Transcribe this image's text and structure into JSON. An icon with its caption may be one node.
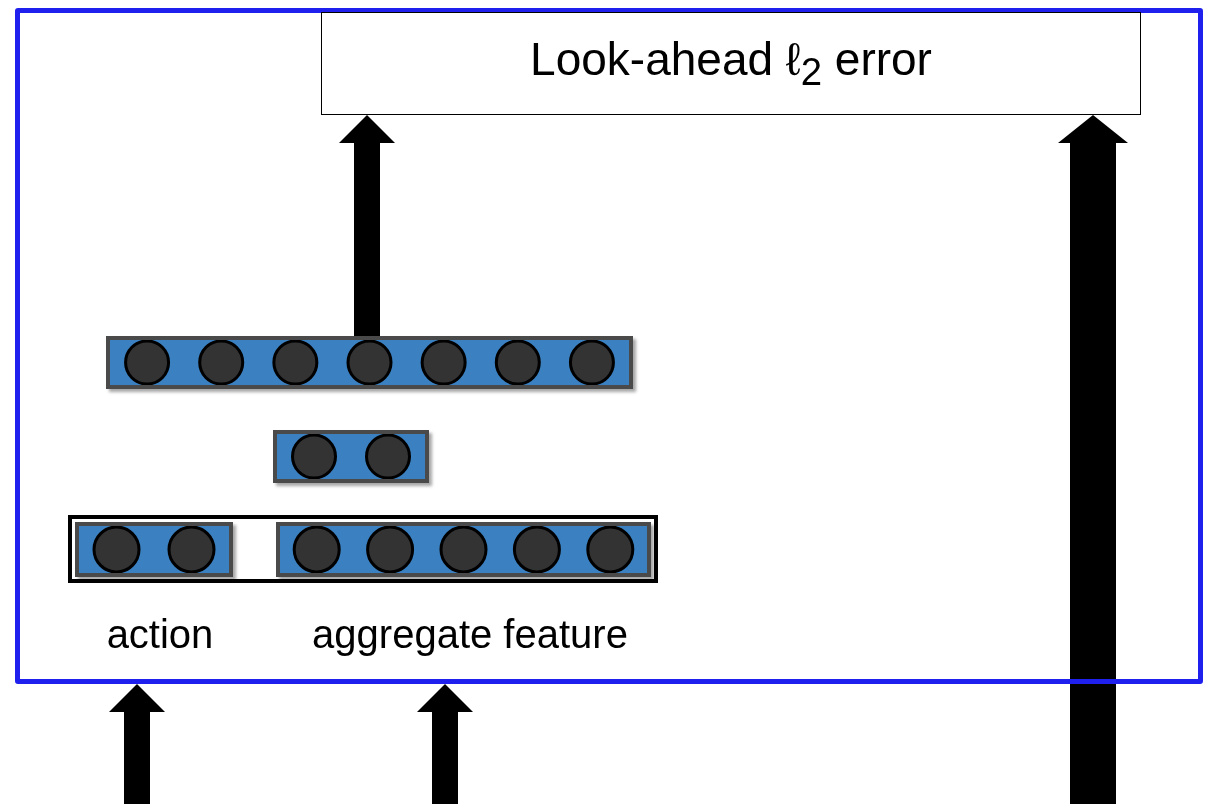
{
  "diagram": {
    "nodes": [
      {
        "text": [],
        "shape": "box"
      },
      {
        "text": [
          "Look-ahead ℓ$_{2}$ error"
        ],
        "in": 0
      },
      {
        "text": [],
        "shape": "bar",
        "in": 0
      },
      {
        "text": [],
        "shape": "bar",
        "in": 0
      },
      {
        "text": [],
        "shape": "box",
        "in": 0
      },
      {
        "text": [],
        "shape": "bar",
        "in": 4,
        "beside": [
          "action"
        ]
      },
      {
        "text": [],
        "shape": "bar",
        "in": 4,
        "beside": [
          "aggregate feature"
        ]
      }
    ],
    "edges": [
      {
        "from": 2,
        "to": 1,
        "arrow": "to"
      },
      {
        "from": null,
        "to": 0,
        "arrow": "to"
      },
      {
        "from": null,
        "to": 0,
        "arrow": "to"
      },
      {
        "from": null,
        "to": 1,
        "arrow": "to",
        "style": "thick"
      }
    ]
  }
}
